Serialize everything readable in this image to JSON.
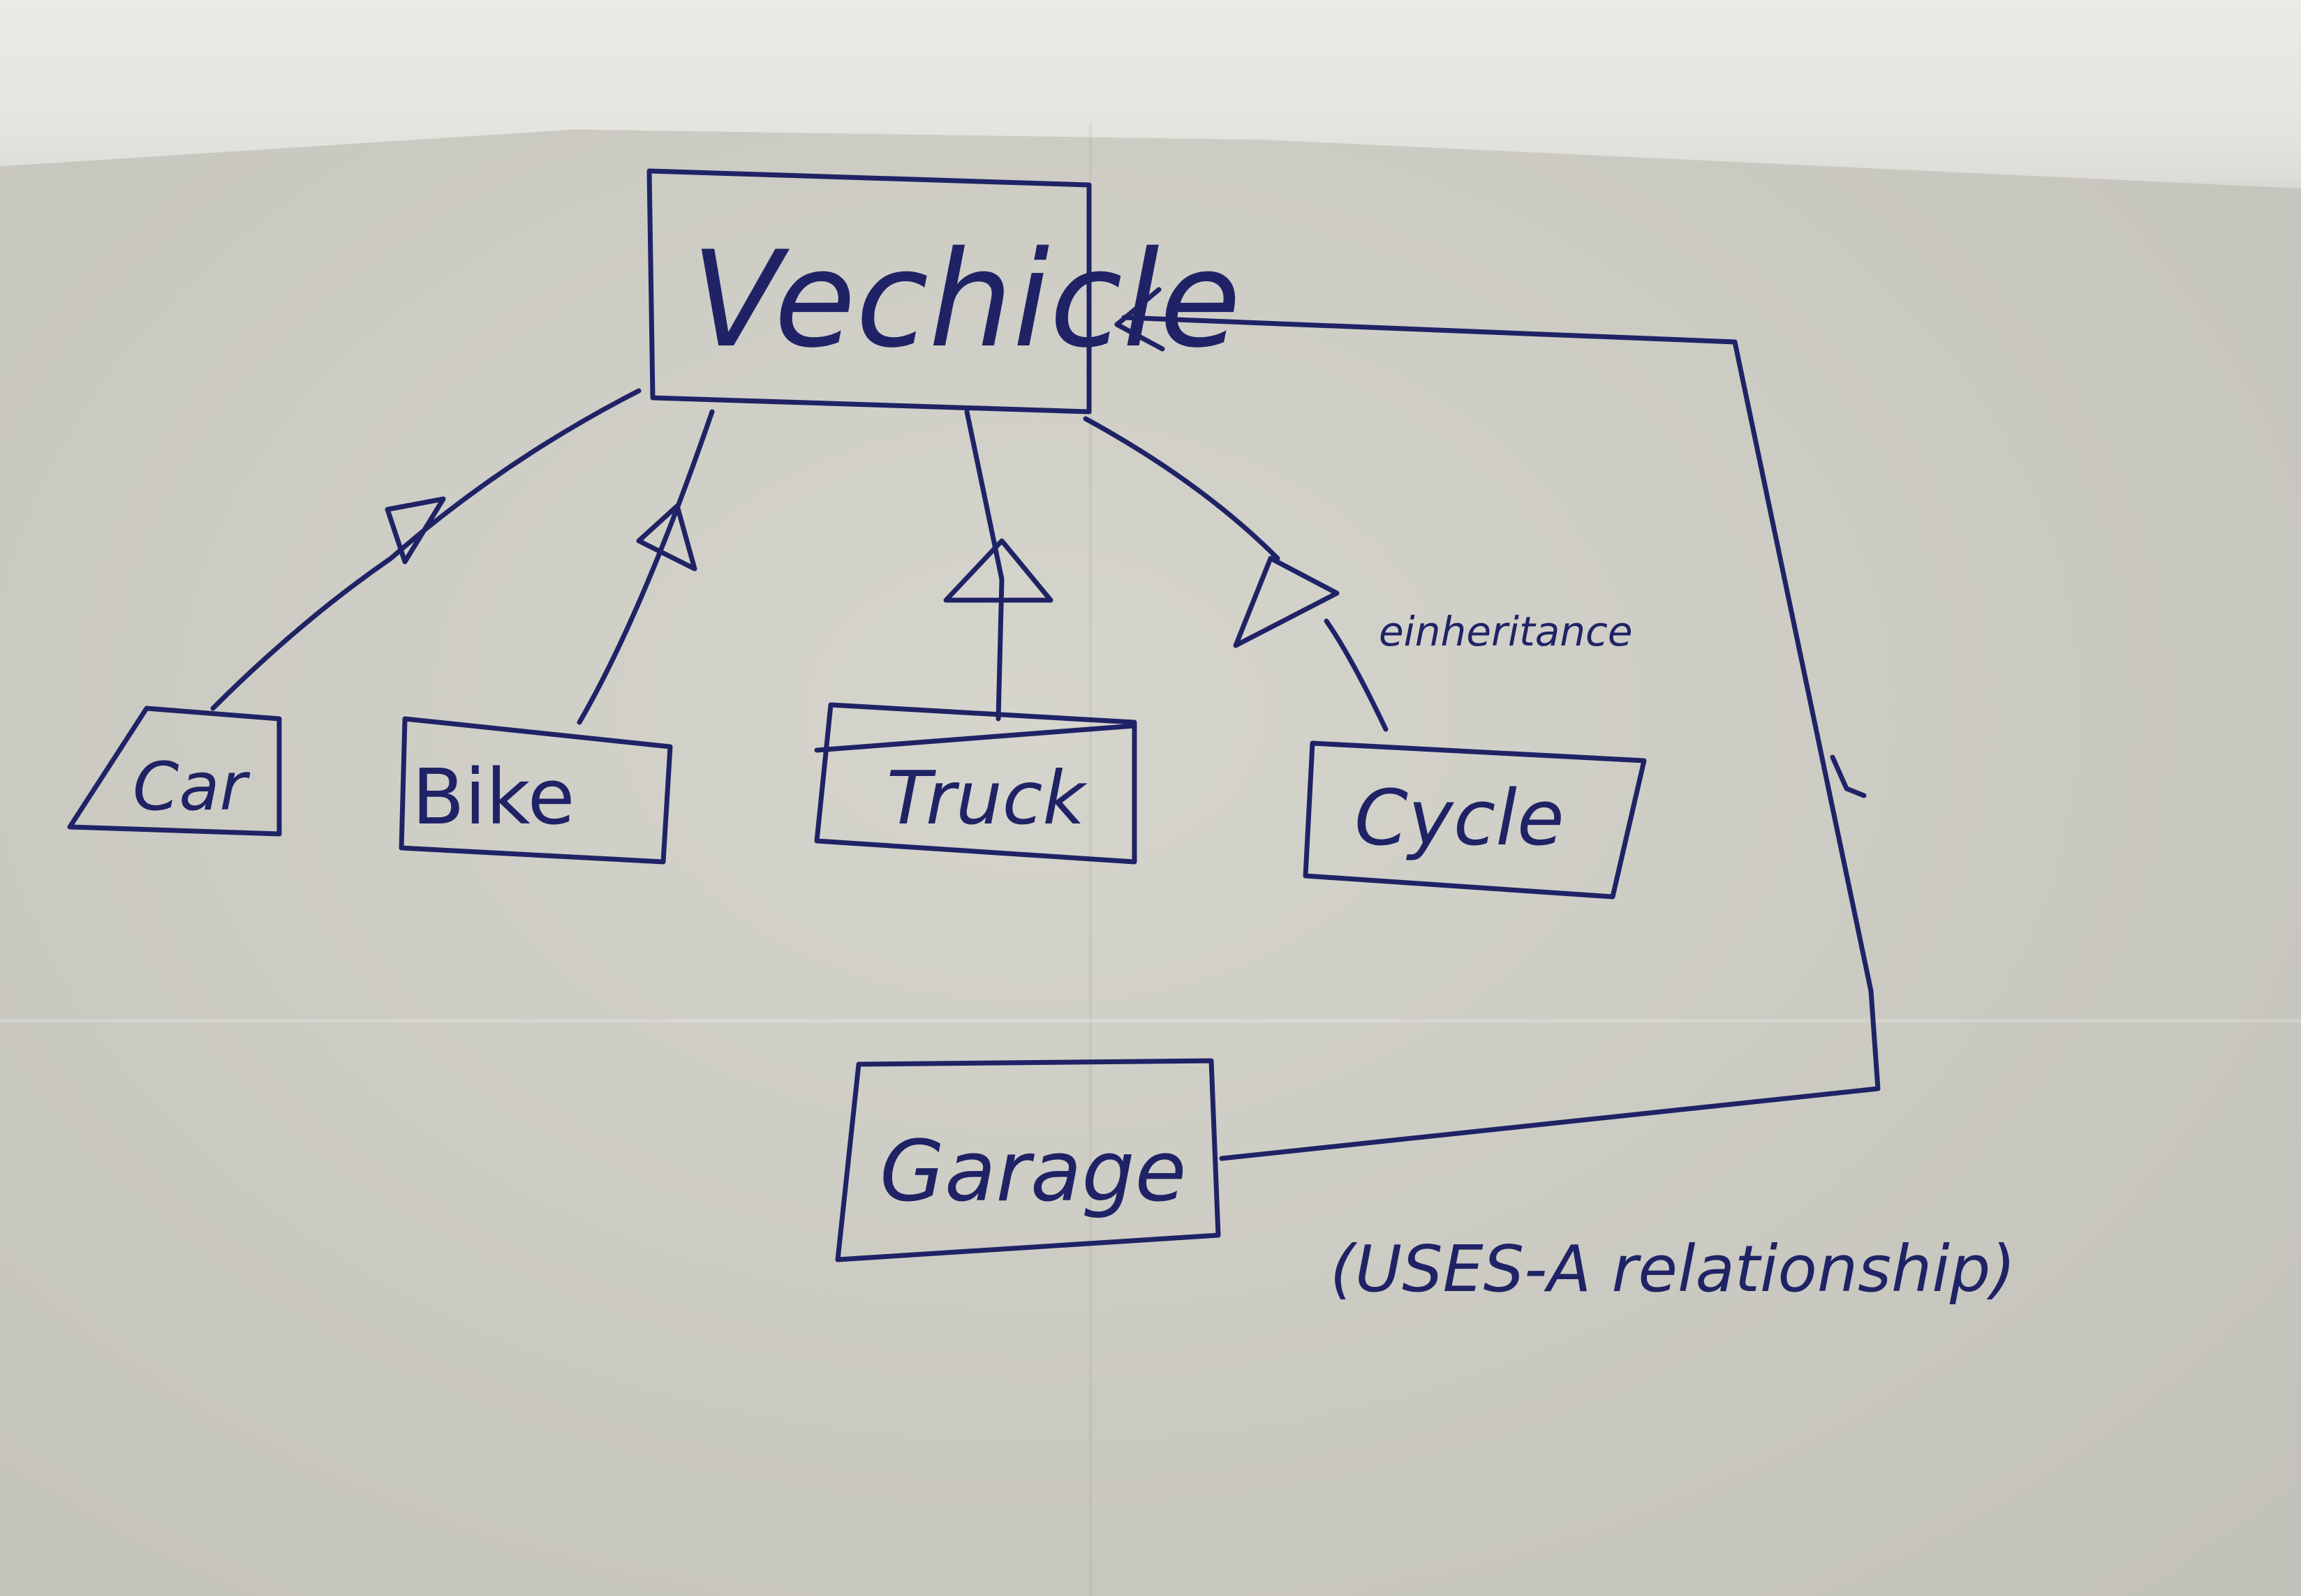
{
  "diagram": {
    "nodes": {
      "vehicle": "Vechicle",
      "car": "Car",
      "bike": "Bike",
      "truck": "Truck",
      "cycle": "Cycle",
      "garage": "Garage"
    },
    "labels": {
      "inheritance": "einheritance",
      "uses": "(USES-A relationship)"
    },
    "ink_color": "#1f2366",
    "paper_color": "#cccbc3"
  }
}
